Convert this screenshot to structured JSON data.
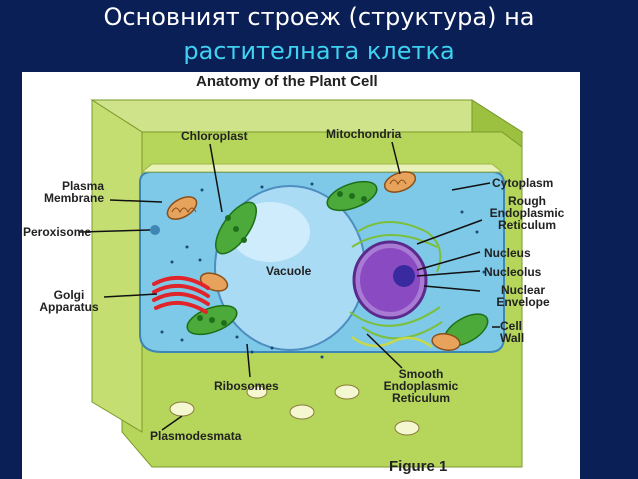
{
  "slide": {
    "title_line1": "Основният строеж (структура) на",
    "title_line2": "растителната клетка"
  },
  "figure": {
    "title": "Anatomy of the Plant Cell",
    "caption": "Figure 1"
  },
  "labels": {
    "chloroplast": "Chloroplast",
    "mitochondria": "Mitochondria",
    "plasma_membrane": "Plasma Membrane",
    "peroxisome": "Peroxisome",
    "golgi": "Golgi Apparatus",
    "vacuole": "Vacuole",
    "ribosomes": "Ribosomes",
    "plasmodesmata": "Plasmodesmata",
    "cytoplasm": "Cytoplasm",
    "rough_er": "Rough Endoplasmic Reticulum",
    "nucleus": "Nucleus",
    "nucleolus": "Nucleolus",
    "nuclear_envelope": "Nuclear Envelope",
    "cell_wall": "Cell Wall",
    "smooth_er": "Smooth Endoplasmic Reticulum"
  },
  "colors": {
    "background": "#0b1f57",
    "title_white": "#ffffff",
    "title_cyan": "#3fd2f0",
    "cell_wall": "#b5d65a",
    "cell_wall_dark": "#8fb33a",
    "cytoplasm": "#7ec9e8",
    "vacuole": "#9fd3f2",
    "chloroplast": "#4caa3a",
    "golgi": "#e0252a",
    "nucleus": "#8a4bc2"
  }
}
